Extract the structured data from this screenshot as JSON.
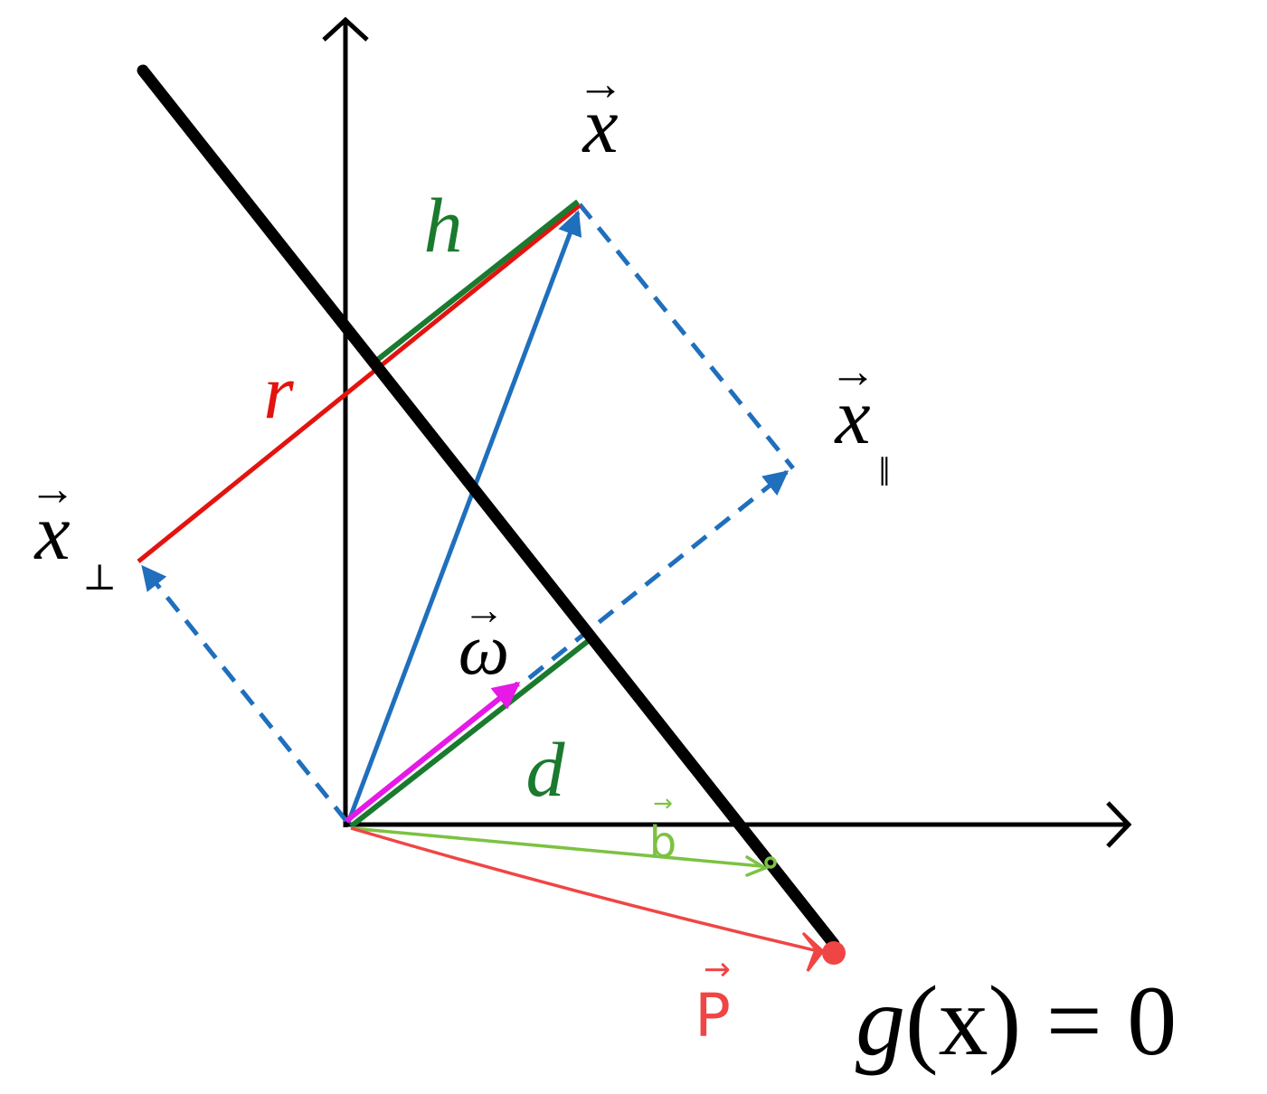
{
  "colors": {
    "axis": "#000000",
    "boundary": "#000000",
    "vector": "#1f6fbd",
    "dashed": "#1f6fbd",
    "r": "#e3130f",
    "h": "#1a7a2e",
    "d": "#1a7a2e",
    "omega": "#e619e6",
    "b_hand": "#7cc242",
    "p_hand": "#f04545"
  },
  "labels": {
    "x": "x",
    "x_parallel": "x",
    "x_parallel_sub": "‖",
    "x_perp": "x",
    "x_perp_sub": "⊥",
    "omega": "ω",
    "h": "h",
    "r": "r",
    "d": "d",
    "b": "b",
    "p": "P",
    "equation_g": "g",
    "equation_rest": "(x) = 0",
    "vector_arrow": "→"
  }
}
